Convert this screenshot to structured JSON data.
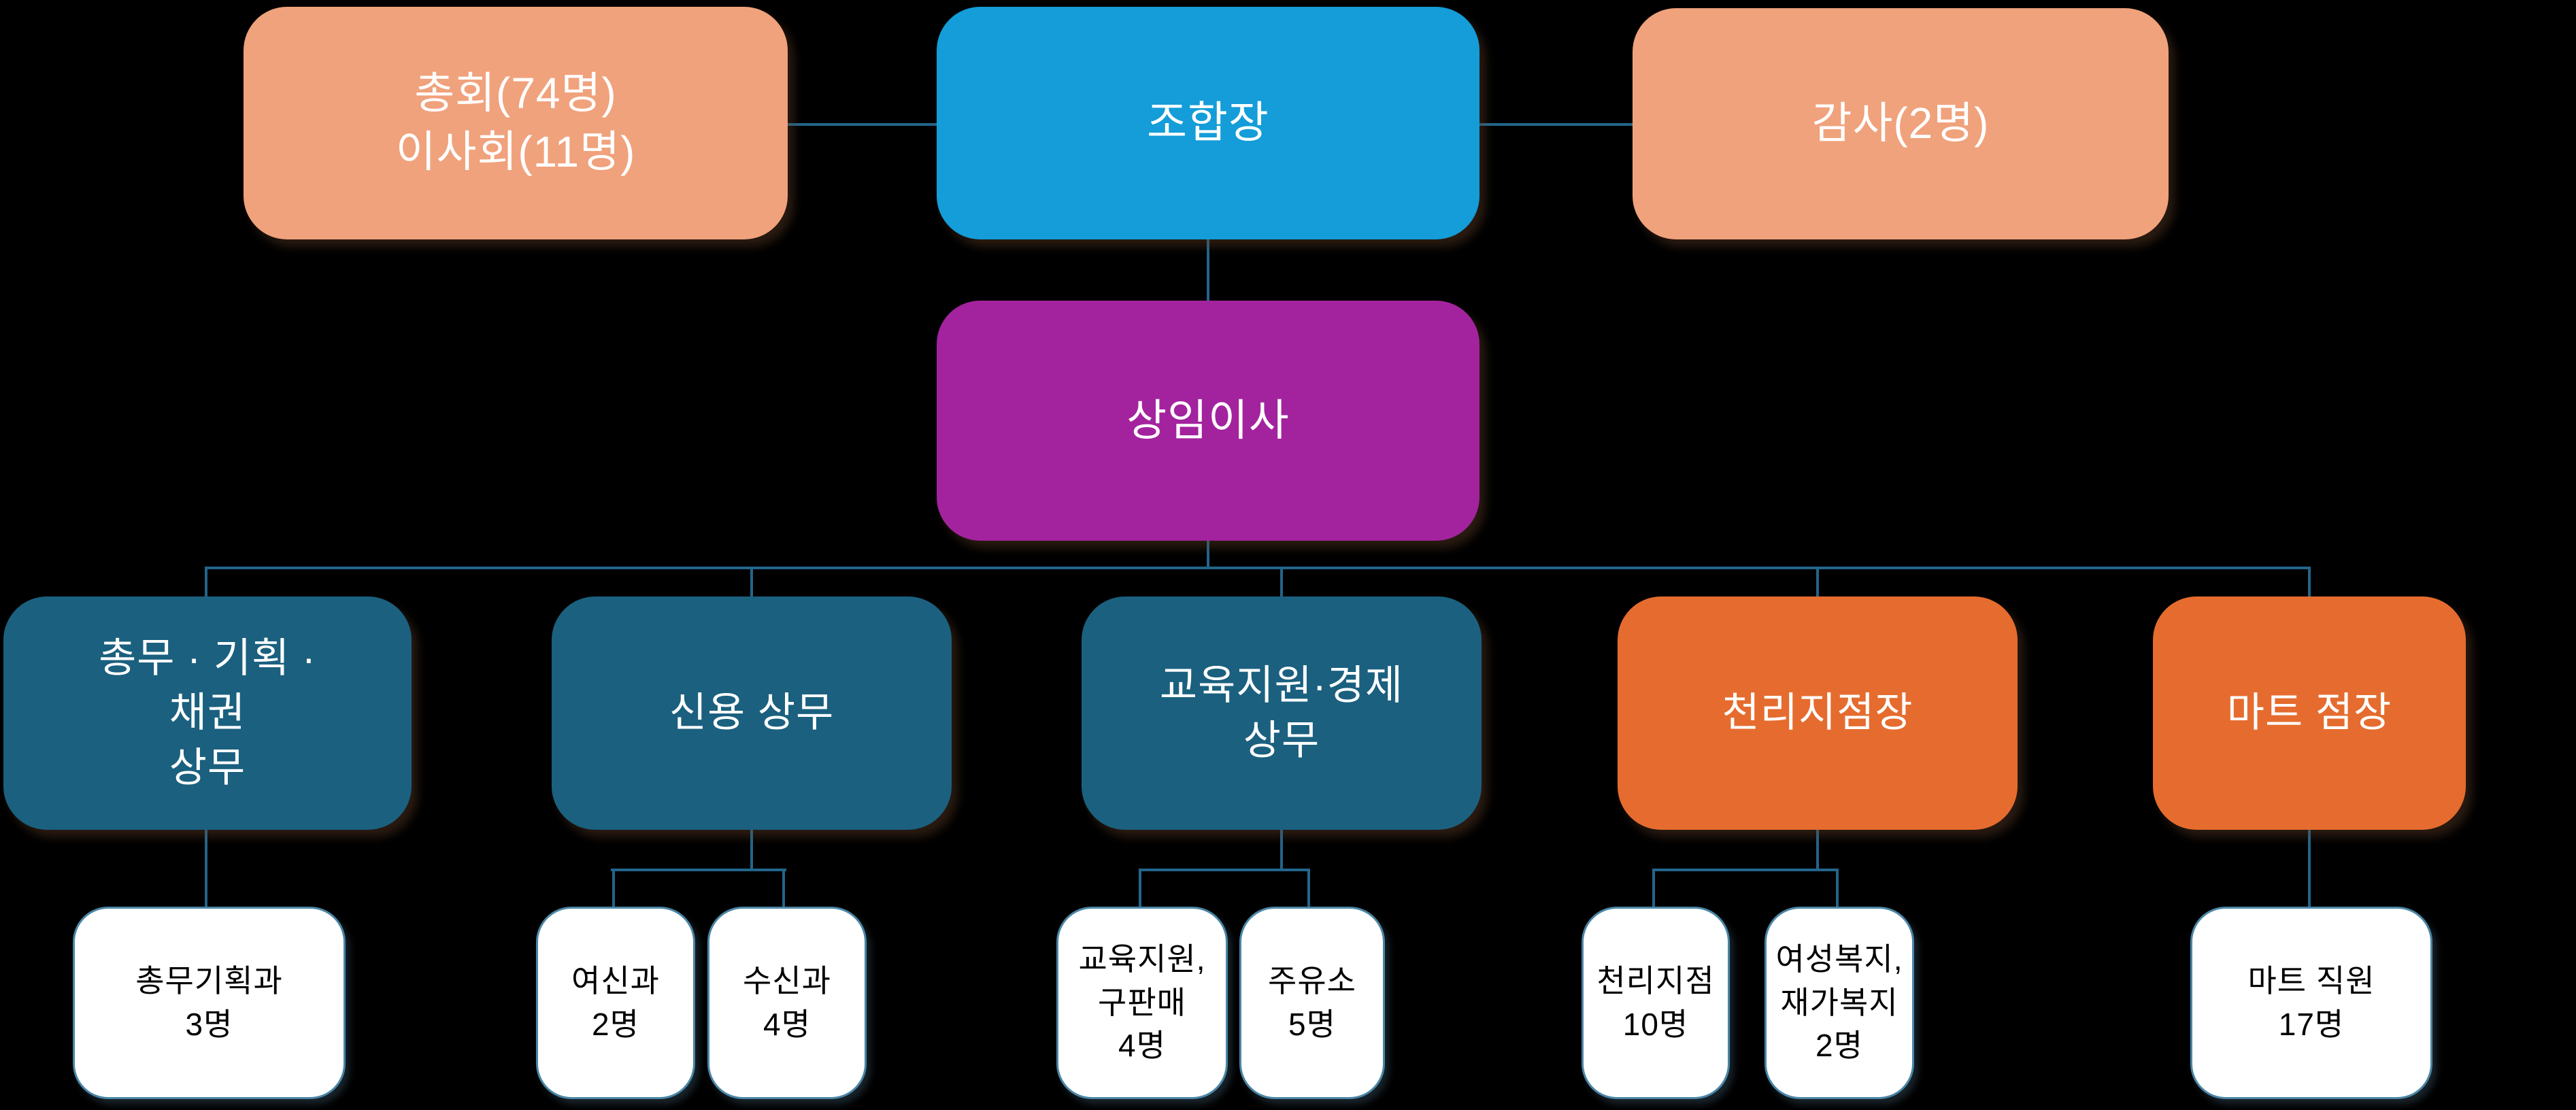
{
  "diagram": {
    "type": "org-chart",
    "background": "#000000",
    "connector_color": "#23658B",
    "palette": {
      "salmon": "#F0A27C",
      "blue": "#149DD8",
      "purple": "#A3239E",
      "teal": "#1B607F",
      "orange": "#E56C2E",
      "leaf_fill": "#FFFFFF",
      "leaf_border": "#4A86A6",
      "node_text": "#FFFFFF",
      "leaf_text": "#000000"
    },
    "nodes": [
      {
        "id": "assembly_board",
        "row": 1,
        "color": "salmon",
        "label": "총회(74명)\n이사회(11명)"
      },
      {
        "id": "president",
        "row": 1,
        "color": "blue",
        "label": "조합장"
      },
      {
        "id": "auditors",
        "row": 1,
        "color": "salmon",
        "label": "감사(2명)"
      },
      {
        "id": "standing_director",
        "row": 2,
        "color": "purple",
        "label": "상임이사"
      },
      {
        "id": "gen_affairs_exec",
        "row": 3,
        "color": "teal",
        "label": "총무 · 기획 ·\n채권\n상무"
      },
      {
        "id": "credit_exec",
        "row": 3,
        "color": "teal",
        "label": "신용 상무"
      },
      {
        "id": "edu_econ_exec",
        "row": 3,
        "color": "teal",
        "label": "교육지원·경제\n상무"
      },
      {
        "id": "cheonri_branch_mgr",
        "row": 3,
        "color": "orange",
        "label": "천리지점장"
      },
      {
        "id": "mart_mgr",
        "row": 3,
        "color": "orange",
        "label": "마트 점장"
      },
      {
        "id": "gen_affairs_dept",
        "row": 4,
        "color": "leaf",
        "label": "총무기획과\n3명"
      },
      {
        "id": "loans_dept",
        "row": 4,
        "color": "leaf",
        "label": "여신과\n2명"
      },
      {
        "id": "deposits_dept",
        "row": 4,
        "color": "leaf",
        "label": "수신과\n4명"
      },
      {
        "id": "edu_sales_dept",
        "row": 4,
        "color": "leaf",
        "label": "교육지원,\n구판매\n4명"
      },
      {
        "id": "gas_station",
        "row": 4,
        "color": "leaf",
        "label": "주유소\n5명"
      },
      {
        "id": "cheonri_branch",
        "row": 4,
        "color": "leaf",
        "label": "천리지점\n10명"
      },
      {
        "id": "welfare_dept",
        "row": 4,
        "color": "leaf",
        "label": "여성복지,\n재가복지\n2명"
      },
      {
        "id": "mart_staff",
        "row": 4,
        "color": "leaf",
        "label": "마트 직원\n17명"
      }
    ],
    "edges": [
      [
        "president",
        "assembly_board"
      ],
      [
        "president",
        "auditors"
      ],
      [
        "president",
        "standing_director"
      ],
      [
        "standing_director",
        "gen_affairs_exec"
      ],
      [
        "standing_director",
        "credit_exec"
      ],
      [
        "standing_director",
        "edu_econ_exec"
      ],
      [
        "standing_director",
        "cheonri_branch_mgr"
      ],
      [
        "standing_director",
        "mart_mgr"
      ],
      [
        "gen_affairs_exec",
        "gen_affairs_dept"
      ],
      [
        "credit_exec",
        "loans_dept"
      ],
      [
        "credit_exec",
        "deposits_dept"
      ],
      [
        "edu_econ_exec",
        "edu_sales_dept"
      ],
      [
        "edu_econ_exec",
        "gas_station"
      ],
      [
        "cheonri_branch_mgr",
        "cheonri_branch"
      ],
      [
        "cheonri_branch_mgr",
        "welfare_dept"
      ],
      [
        "mart_mgr",
        "mart_staff"
      ]
    ]
  }
}
